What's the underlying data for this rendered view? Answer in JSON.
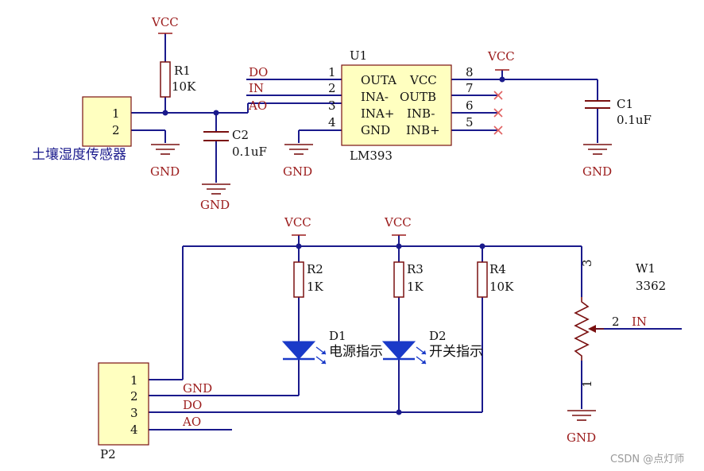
{
  "colors": {
    "wire": "#1a1a8c",
    "component": "#7a1010",
    "power_label": "#9b1b1b",
    "text": "#111111",
    "noconnect": "#e06060"
  },
  "power": {
    "vcc": "VCC",
    "gnd": "GND"
  },
  "sensor_connector": {
    "pin1": "1",
    "pin2": "2",
    "label": "土壤湿度传感器"
  },
  "r1": {
    "ref": "R1",
    "value": "10K"
  },
  "c2": {
    "ref": "C2",
    "value": "0.1uF"
  },
  "net_labels": {
    "do": "DO",
    "in": "IN",
    "ao": "AO"
  },
  "u1": {
    "ref": "U1",
    "part": "LM393",
    "left_pins": [
      {
        "num": "1",
        "name": "OUTA"
      },
      {
        "num": "2",
        "name": "INA-"
      },
      {
        "num": "3",
        "name": "INA+"
      },
      {
        "num": "4",
        "name": "GND"
      }
    ],
    "right_pins": [
      {
        "num": "8",
        "name": "VCC"
      },
      {
        "num": "7",
        "name": "OUTB"
      },
      {
        "num": "6",
        "name": "INB-"
      },
      {
        "num": "5",
        "name": "INB+"
      }
    ]
  },
  "c1": {
    "ref": "C1",
    "value": "0.1uF"
  },
  "r2": {
    "ref": "R2",
    "value": "1K"
  },
  "r3": {
    "ref": "R3",
    "value": "1K"
  },
  "r4": {
    "ref": "R4",
    "value": "10K"
  },
  "d1": {
    "ref": "D1",
    "label": "电源指示"
  },
  "d2": {
    "ref": "D2",
    "label": "开关指示"
  },
  "w1": {
    "ref": "W1",
    "value": "3362",
    "pin1": "1",
    "pin2": "2",
    "pin3": "3"
  },
  "p2": {
    "ref": "P2",
    "pins": [
      "1",
      "2",
      "3",
      "4"
    ],
    "nets": {
      "gnd": "GND",
      "do": "DO",
      "ao": "AO"
    }
  },
  "watermark": "CSDN @点灯师"
}
